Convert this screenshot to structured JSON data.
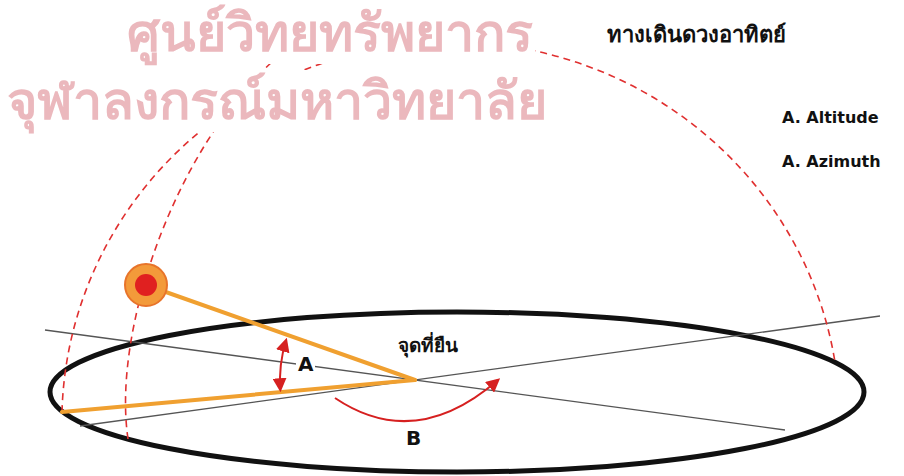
{
  "diagram": {
    "labels": [
      "ศูนย์วิทยทรัพยากร",
      "ทางเดินดวงอาทิตย์",
      "จุฬาลงกรณ์มหาวิทยาลัย",
      "A. Altitude",
      "A. Azimuth",
      "A",
      "จุดที่ยืน",
      "B"
    ]
  }
}
